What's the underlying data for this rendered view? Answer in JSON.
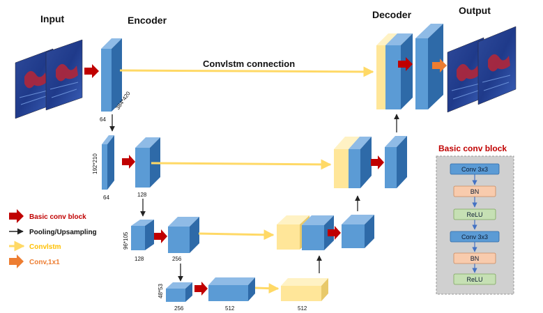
{
  "titles": {
    "input": "Input",
    "encoder": "Encoder",
    "decoder": "Decoder",
    "output": "Output"
  },
  "connection_label": "Convlstm connection",
  "dims": {
    "level1_size": "384*420",
    "level1_ch": "64",
    "level2_size": "192*210",
    "level2_ch_a": "64",
    "level2_ch_b": "128",
    "level3_size": "96*105",
    "level3_ch_a": "128",
    "level3_ch_b": "256",
    "level4_size": "48*53",
    "level4_ch_a": "256",
    "level4_ch_b": "512",
    "level4_ch_c": "512"
  },
  "legend": {
    "basic_conv": "Basic conv block",
    "pooling": "Pooling/Upsampling",
    "convlstm": "Convlstm",
    "conv1x1": "Conv,1x1"
  },
  "basic_block": {
    "title": "Basic conv block",
    "layers": [
      "Conv 3x3",
      "BN",
      "ReLU",
      "Conv 3x3",
      "BN",
      "ReLU"
    ]
  },
  "colors": {
    "blue_front": "#5b9bd5",
    "blue_top": "#8fbbe6",
    "blue_side": "#2e6aa8",
    "yellow_front": "#ffe699",
    "yellow_top": "#fff2c4",
    "yellow_side": "#e8c96a",
    "red_arrow": "#c00000",
    "orange_arrow": "#ed7d31",
    "convlstm_line": "#ffd966",
    "block_title": "#c00000"
  }
}
